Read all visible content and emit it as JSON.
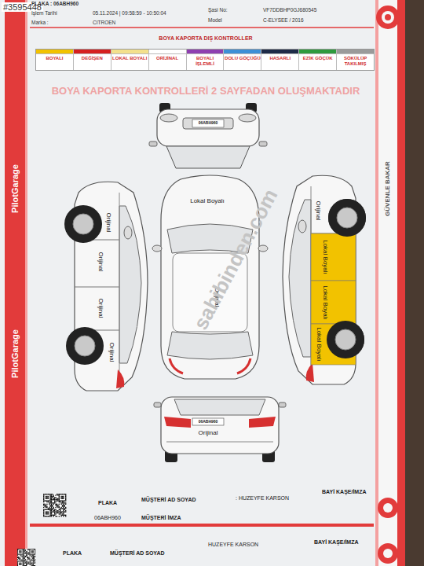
{
  "diagram": {
    "title": "BOYA KAPORTA DIŞ KONTROLLER",
    "labels": [
      "#3595448",
      "PLAKA : 06ABH960",
      "İşlem Tarihi",
      "05.11.2024 | 09:58:59 - 10:50:04",
      "Şasi No:",
      "VF7DDBHP0GJ680545",
      "Marka :",
      "CITROEN",
      "Model",
      "C-ELYSEE / 2016",
      "BOYA KAPORTA KONTROLLERİ 2 SAYFADAN OLUŞMAKTADIR",
      "06ABH960",
      "Lokal Boyalı",
      "Orijinal",
      "Orijinal",
      "Orijinal",
      "Orijinal",
      "Orijinal",
      "Orijinal",
      "Lokal Boyalı",
      "Lokal Boyalı",
      "Lokal Boyalı",
      "06ABH960",
      "Orijinal",
      "sahibinden.com",
      "PilotGarage",
      "PilotGarage",
      "GÜVENLE BAKAR",
      "PLAKA",
      "MÜŞTERİ AD SOYAD",
      ": HUZEYFE KARSON",
      "BAYİ KAŞE/İMZA",
      "06ABH960",
      "MÜŞTERİ İMZA",
      "PLAKA",
      "MÜŞTERİ AD SOYAD",
      "HUZEYFE KARSON",
      "BAYİ KAŞE/İMZA"
    ],
    "legend": [
      {
        "text": "BOYALI",
        "color": "#f2c200"
      },
      {
        "text": "DEĞİŞEN",
        "color": "#d62020"
      },
      {
        "text": "LOKAL BOYALI",
        "color": "#f3e08c"
      },
      {
        "text": "ORİJİNAL",
        "color": "#ffffff"
      },
      {
        "text": "BOYALI İŞLEMLİ",
        "color": "#8e3fb0"
      },
      {
        "text": "DOLU GÖÇÜĞÜ",
        "color": "#3d8fd6"
      },
      {
        "text": "HASARLI",
        "color": "#1e2a48"
      },
      {
        "text": "EZİK GÖÇÜK",
        "color": "#2e9a3e"
      },
      {
        "text": "SÖKÜLÜP TAKILMIŞ",
        "color": "#9a9a9a"
      }
    ]
  }
}
